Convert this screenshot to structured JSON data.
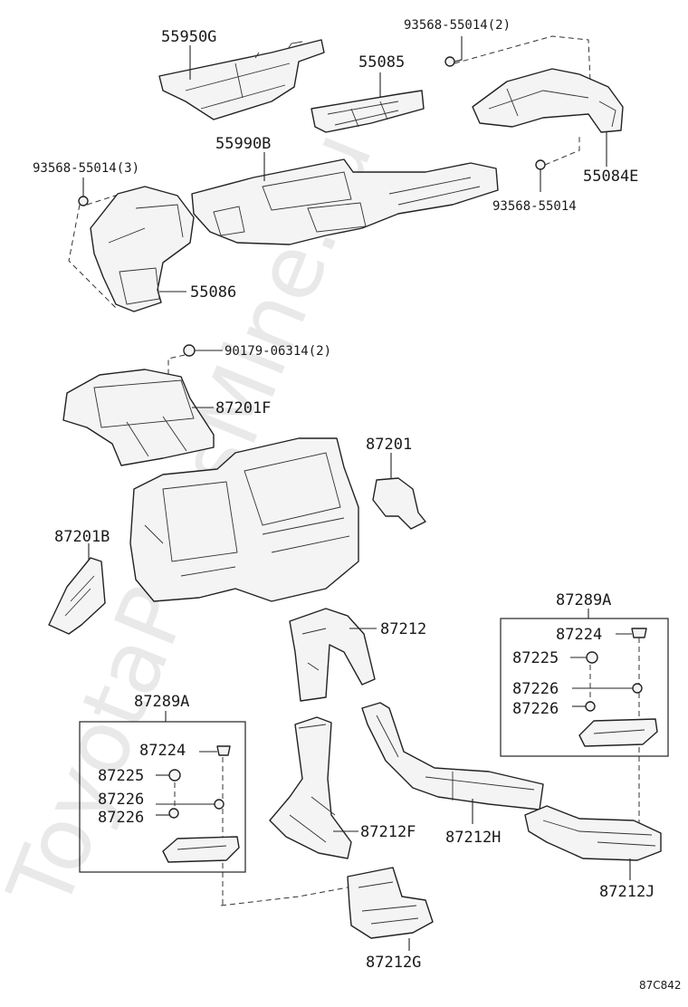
{
  "watermark": "ToyotaPartsMine.ru",
  "diagram_code": "87C842",
  "labels": {
    "p55950g": "55950G",
    "p55085": "55085",
    "p93568_55014_2": "93568-55014(2)",
    "p55990b": "55990B",
    "p93568_55014_3": "93568-55014(3)",
    "p55084e": "55084E",
    "p93568_55014": "93568-55014",
    "p55086": "55086",
    "p90179_06314_2": "90179-06314(2)",
    "p87201f": "87201F",
    "p87201": "87201",
    "p87201b": "87201B",
    "p87212": "87212",
    "p87289a_right": "87289A",
    "p87224_right": "87224",
    "p87225_right": "87225",
    "p87226_right_a": "87226",
    "p87226_right_b": "87226",
    "p87289a_left": "87289A",
    "p87224_left": "87224",
    "p87225_left": "87225",
    "p87226_left_a": "87226",
    "p87226_left_b": "87226",
    "p87212f": "87212F",
    "p87212h": "87212H",
    "p87212j": "87212J",
    "p87212g": "87212G"
  }
}
